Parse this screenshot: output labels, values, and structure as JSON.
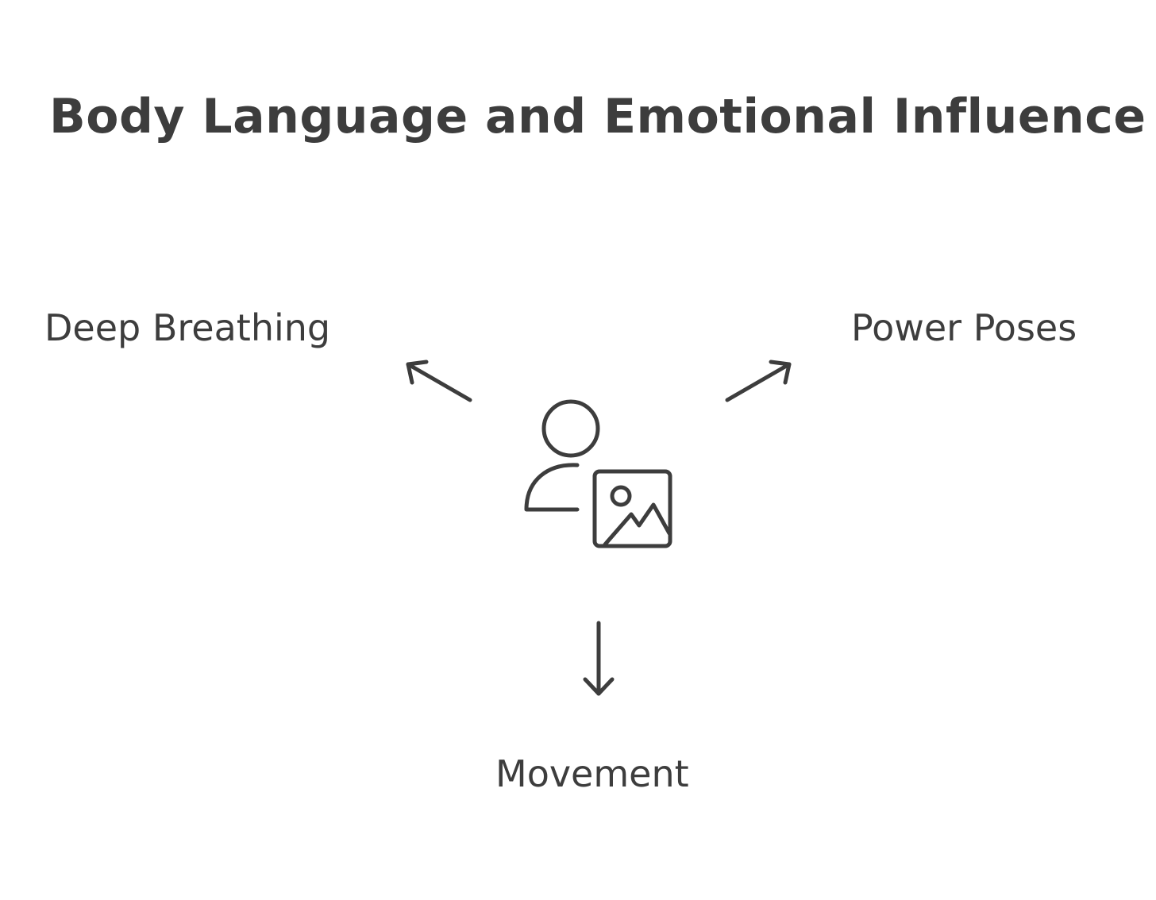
{
  "diagram": {
    "title": "Body Language and Emotional Influence",
    "nodes": {
      "deep_breathing": "Deep Breathing",
      "power_poses": "Power Poses",
      "movement": "Movement"
    },
    "center_icon": "person-with-image-icon",
    "stroke_color": "#3d3d3d",
    "background_color": "#ffffff"
  }
}
